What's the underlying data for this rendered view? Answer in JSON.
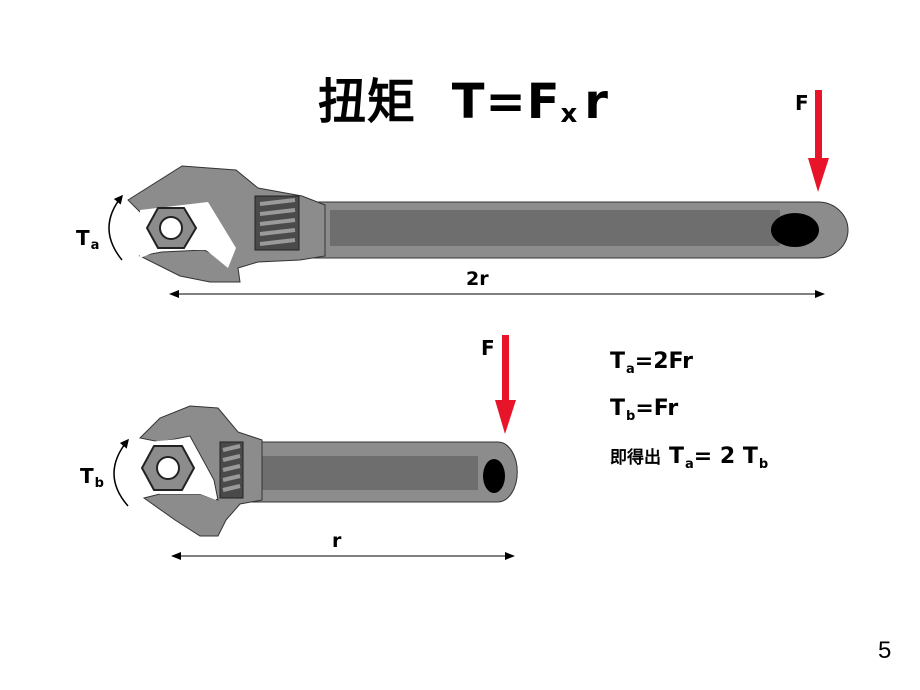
{
  "slide": {
    "title": {
      "cjk": "扭矩",
      "eq_left": "T=F",
      "times": "x",
      "eq_right": "r"
    },
    "page_number": "5"
  },
  "wrench_a": {
    "force_label": "F",
    "torque_symbol": "T",
    "torque_sub": "a",
    "length_label": "2r"
  },
  "wrench_b": {
    "force_label": "F",
    "torque_symbol": "T",
    "torque_sub": "b",
    "length_label": "r"
  },
  "equations": {
    "line1": {
      "t": "T",
      "sub": "a",
      "rest": "=2Fr"
    },
    "line2": {
      "t": "T",
      "sub": "b",
      "rest": "=Fr"
    },
    "line3": {
      "prefix": "即得出",
      "t1": "T",
      "sub1": "a",
      "mid": "= 2 ",
      "t2": "T",
      "sub2": "b"
    }
  },
  "colors": {
    "wrench_body": "#8c8c8c",
    "wrench_groove": "#6e6e6e",
    "outline": "#222222",
    "force_arrow": "#e8152a",
    "hole": "#000000"
  }
}
